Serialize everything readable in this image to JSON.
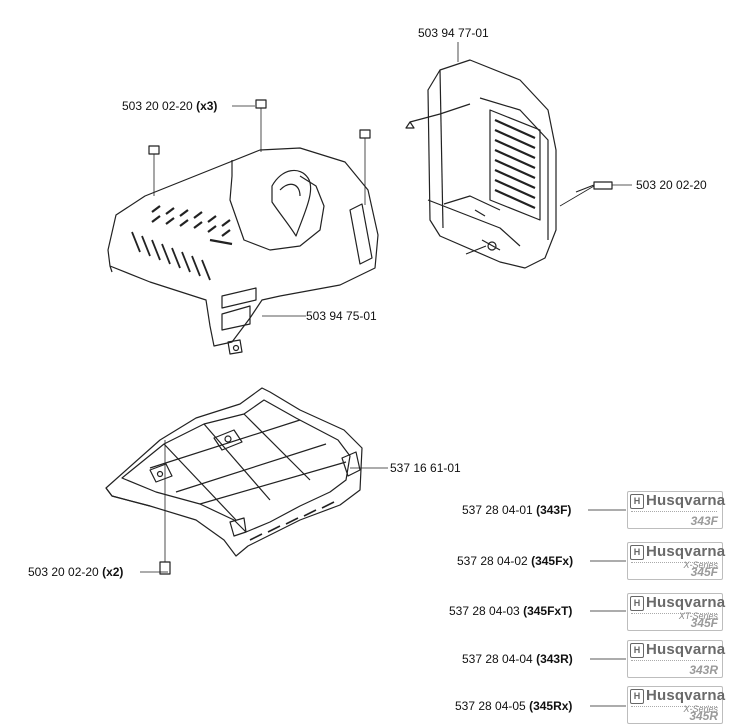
{
  "parts": {
    "p1": "503 94 77-01",
    "p2": "503 20 02-20",
    "p2_qty": "(x3)",
    "p3": "503 20 02-20",
    "p4": "503 94 75-01",
    "p5": "537 16 61-01",
    "p6": "503 20 02-20",
    "p6_qty": "(x2)"
  },
  "decals": [
    {
      "part": "537 28 04-01",
      "model": "(343F)",
      "brand": "Husqvarna",
      "series": "",
      "badge_model": "343F"
    },
    {
      "part": "537 28 04-02",
      "model": "(345Fx)",
      "brand": "Husqvarna",
      "series": "X-Series",
      "badge_model": "345F"
    },
    {
      "part": "537 28 04-03",
      "model": "(345FxT)",
      "brand": "Husqvarna",
      "series": "XT-Series",
      "badge_model": "345F"
    },
    {
      "part": "537 28 04-04",
      "model": "(343R)",
      "brand": "Husqvarna",
      "series": "",
      "badge_model": "343R"
    },
    {
      "part": "537 28 04-05",
      "model": "(345Rx)",
      "brand": "Husqvarna",
      "series": "X-Series",
      "badge_model": "345R"
    }
  ],
  "logo_glyph": "H",
  "colors": {
    "line": "#222222",
    "badge_text": "#6a6a6a"
  }
}
